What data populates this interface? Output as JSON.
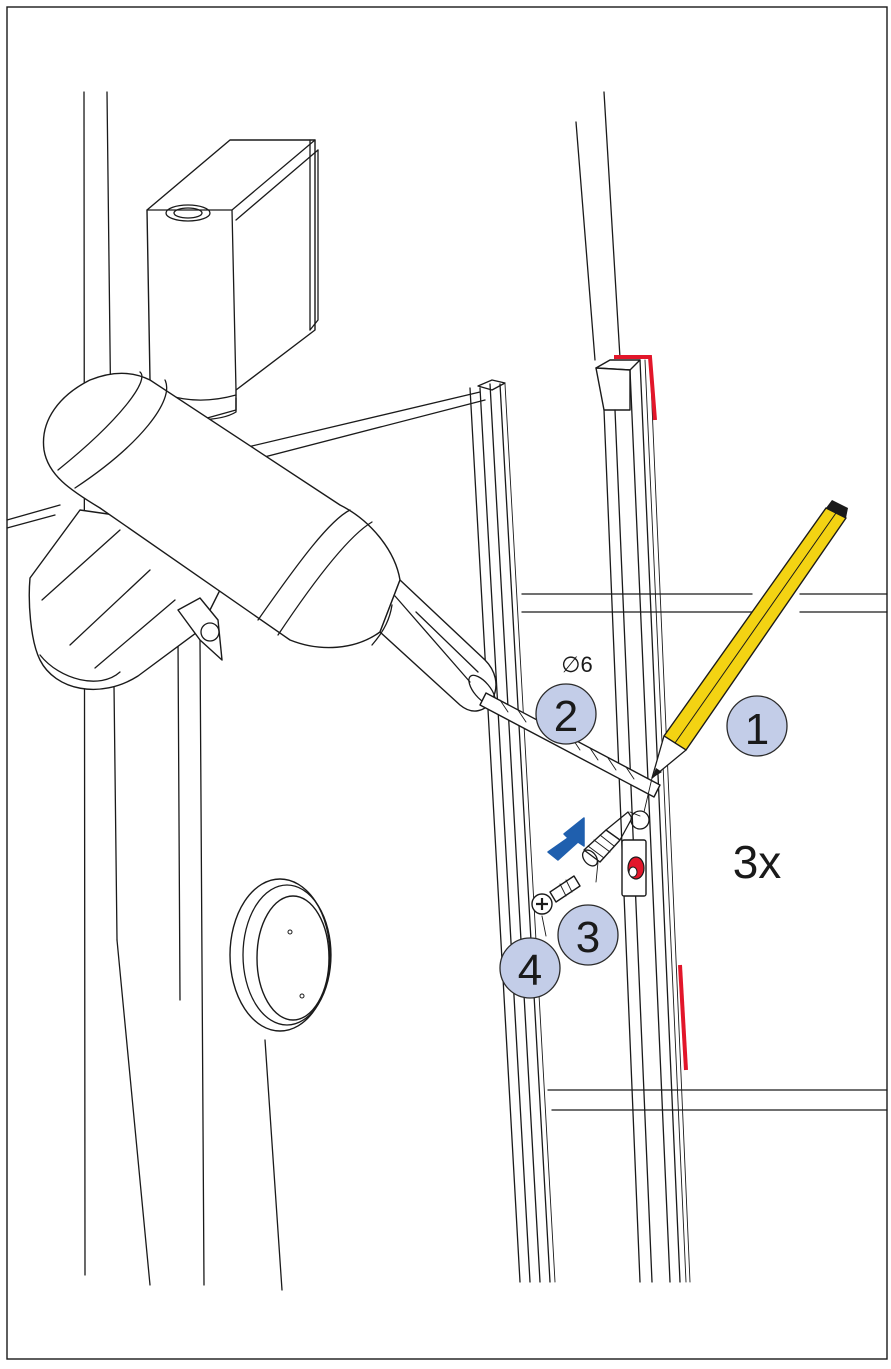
{
  "steps": [
    {
      "number": "1",
      "label": ""
    },
    {
      "number": "2",
      "label": "∅6"
    },
    {
      "number": "3",
      "label": ""
    },
    {
      "number": "4",
      "label": ""
    }
  ],
  "repeat_count": "3x",
  "colors": {
    "badge_fill": "#c3cde8",
    "badge_stroke": "#2b2b2b",
    "pencil_yellow": "#f3d313",
    "marker_red": "#e2162a",
    "arrow_blue": "#1f5fae",
    "line": "#1a1a1a",
    "background": "#ffffff"
  },
  "icons": [
    "drill-icon",
    "pencil-icon",
    "wall-plug-icon",
    "screw-icon",
    "direction-arrow-icon",
    "door-knob-icon"
  ]
}
